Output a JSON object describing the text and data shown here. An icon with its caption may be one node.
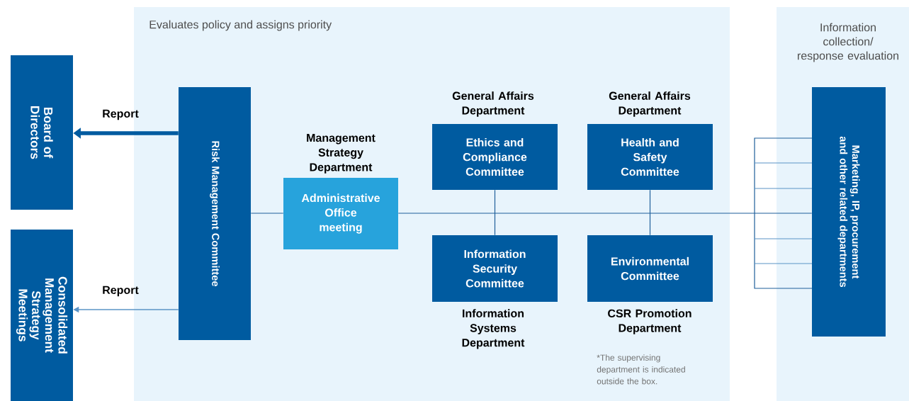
{
  "diagram": {
    "nodes": [
      {
        "text": [
          "Evaluates policy and assigns priority"
        ]
      },
      {
        "text": [
          "Information collection/ response evaluation"
        ]
      },
      {
        "text": [
          "Board of Directors"
        ]
      },
      {
        "text": [
          "Consolidated Management Strategy Meetings"
        ]
      },
      {
        "text": [
          "Risk Management Committee"
        ],
        "in": 0
      },
      {
        "text": [
          "Administrative Office meeting"
        ],
        "in": 0,
        "beside": [
          "Management Strategy Department"
        ]
      },
      {
        "text": [
          "Ethics and Compliance Committee"
        ],
        "in": 0,
        "beside": [
          "General Affairs Department"
        ]
      },
      {
        "text": [
          "Health and Safety Committee"
        ],
        "in": 0,
        "beside": [
          "General Affairs Department"
        ]
      },
      {
        "text": [
          "Information Security Committee"
        ],
        "in": 0,
        "beside": [
          "Information Systems Department"
        ]
      },
      {
        "text": [
          "Environmental Committee"
        ],
        "in": 0,
        "beside": [
          "CSR Promotion Department"
        ]
      },
      {
        "text": [
          "Marketing, IP, procurement and other related departments"
        ],
        "in": 1
      }
    ],
    "edges": [
      {
        "from": 4,
        "to": 2,
        "arrow": "to",
        "label": "Report",
        "style": "thick"
      },
      {
        "from": 4,
        "to": 3,
        "arrow": "to",
        "label": "Report"
      },
      {
        "from": 4,
        "to": 5,
        "arrow": "none"
      },
      {
        "from": 5,
        "to": 10,
        "arrow": "none"
      },
      {
        "from": 6,
        "to": 8,
        "arrow": "none"
      },
      {
        "from": 7,
        "to": 9,
        "arrow": "none"
      }
    ],
    "labels": [
      "*The supervising department is indicated outside the box."
    ]
  }
}
